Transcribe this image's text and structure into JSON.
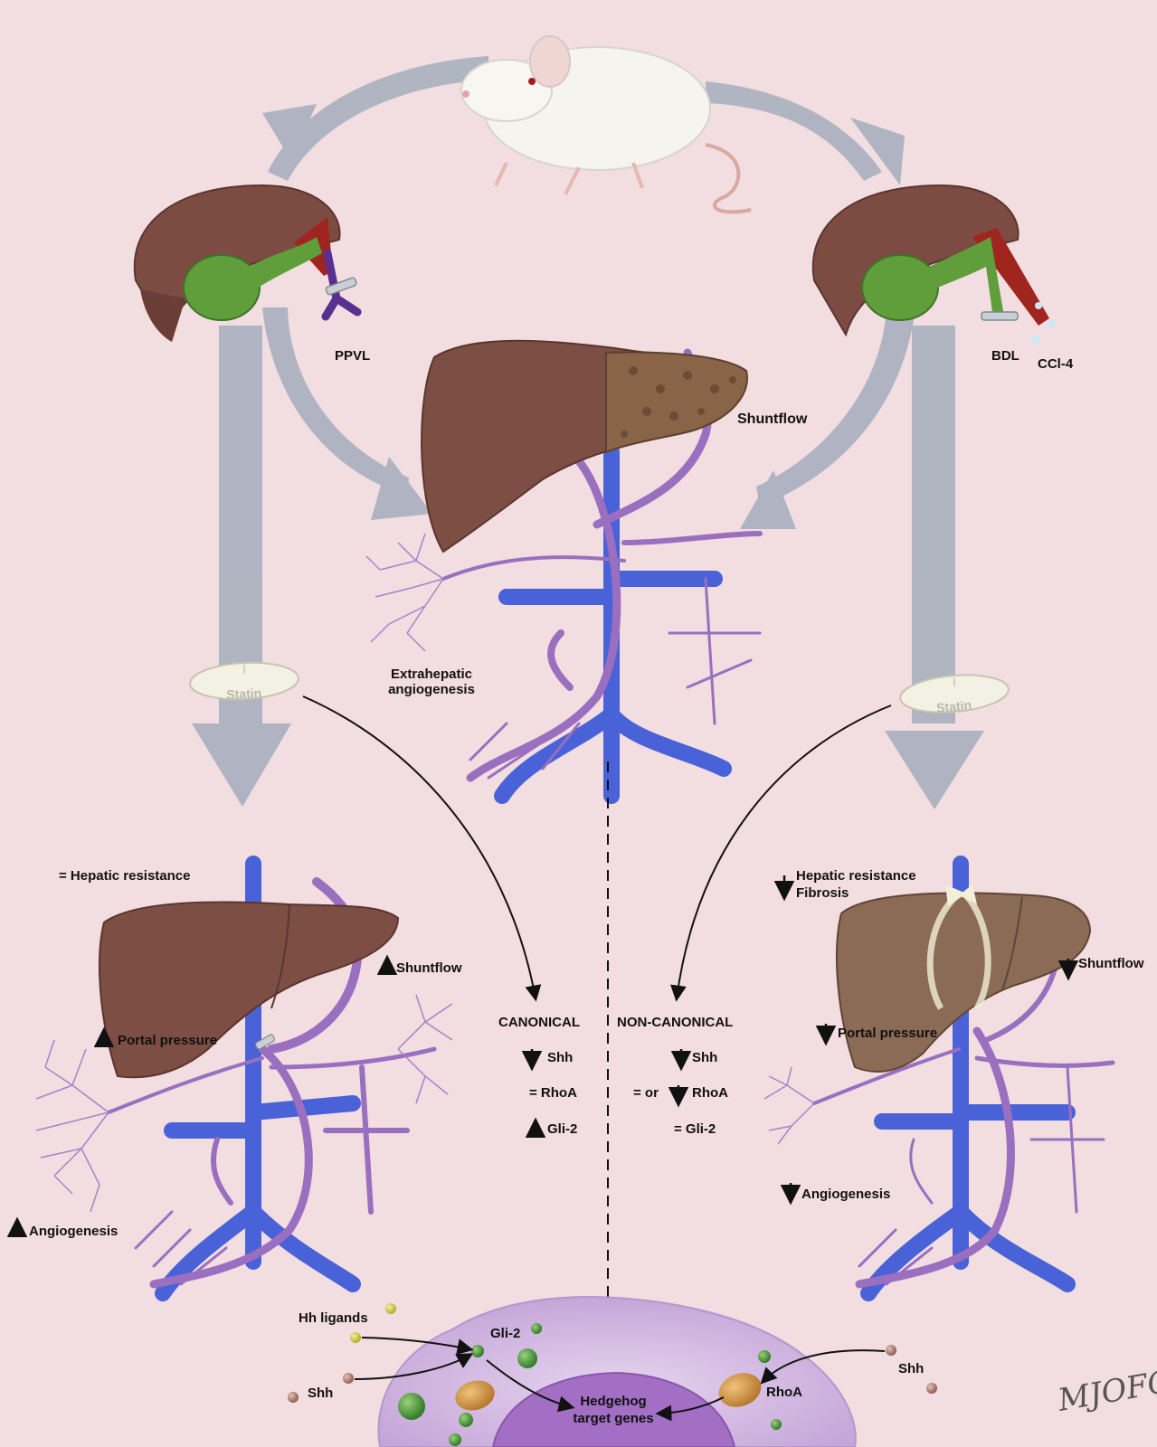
{
  "labels": {
    "ppvl": "PPVL",
    "bdl": "BDL",
    "ccl4": "CCl-4",
    "shuntflow_top": "Shuntflow",
    "extrahepatic_1": "Extrahepatic",
    "extrahepatic_2": "angiogenesis",
    "statin_left": "Statin",
    "statin_right": "Statin",
    "hepatic_res_left": "= Hepatic resistance",
    "shuntflow_left": "Shuntflow",
    "portal_left": "Portal pressure",
    "angio_left": "Angiogenesis",
    "hepatic_res_right": "Hepatic resistance",
    "fibrosis_right": "Fibrosis",
    "shuntflow_right": "Shuntflow",
    "portal_right": "Portal pressure",
    "angio_right": "Angiogenesis",
    "canonical": "CANONICAL",
    "can_shh": "Shh",
    "can_rhoa": "= RhoA",
    "can_gli": "Gli-2",
    "noncanonical": "NON-CANONICAL",
    "non_shh": "Shh",
    "non_rhoa_prefix": "= or",
    "non_rhoa": "RhoA",
    "non_gli": "= Gli-2",
    "hh_ligands": "Hh ligands",
    "shh_left": "Shh",
    "gli2_cell": "Gli-2",
    "hedgehog_1": "Hedgehog",
    "hedgehog_2": "target genes",
    "rhoa_cell": "RhoA",
    "shh_right": "Shh",
    "signature": "MJOFC"
  },
  "colors": {
    "background": "#f2dde0",
    "flow_arrow": "#a9b0bf",
    "liver": "#7d4f44",
    "liver_fibrotic": "#8a6446",
    "vein_blue": "#4a62d8",
    "collateral_purple": "#9a6fc0",
    "gallbladder": "#5f9e3a",
    "cell_purple": "#c6a8da"
  },
  "icons": [
    "rat-icon",
    "gallbladder-icon",
    "statin-pill-icon",
    "liver-icon",
    "cell-icon"
  ]
}
